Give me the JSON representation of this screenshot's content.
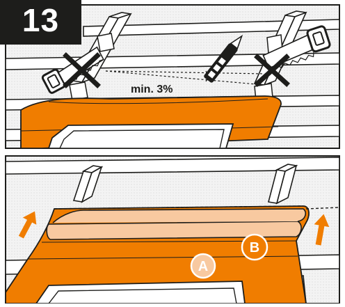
{
  "step": {
    "number": "13"
  },
  "top_panel": {
    "slope_label": "min. 3%"
  },
  "bottom_panel": {
    "label_a": "A",
    "label_b": "B"
  },
  "colors": {
    "orange": "#f07d00",
    "light_orange": "#f8c9a0",
    "outline": "#1d1d1b",
    "roof_fill": "#f2f2f2",
    "badge": "#1d1d1b"
  },
  "icons": [
    "handsaw-icon",
    "utility-knife-icon",
    "prohibited-x-icon",
    "upward-arrow-icon",
    "slope-angle-icon"
  ]
}
